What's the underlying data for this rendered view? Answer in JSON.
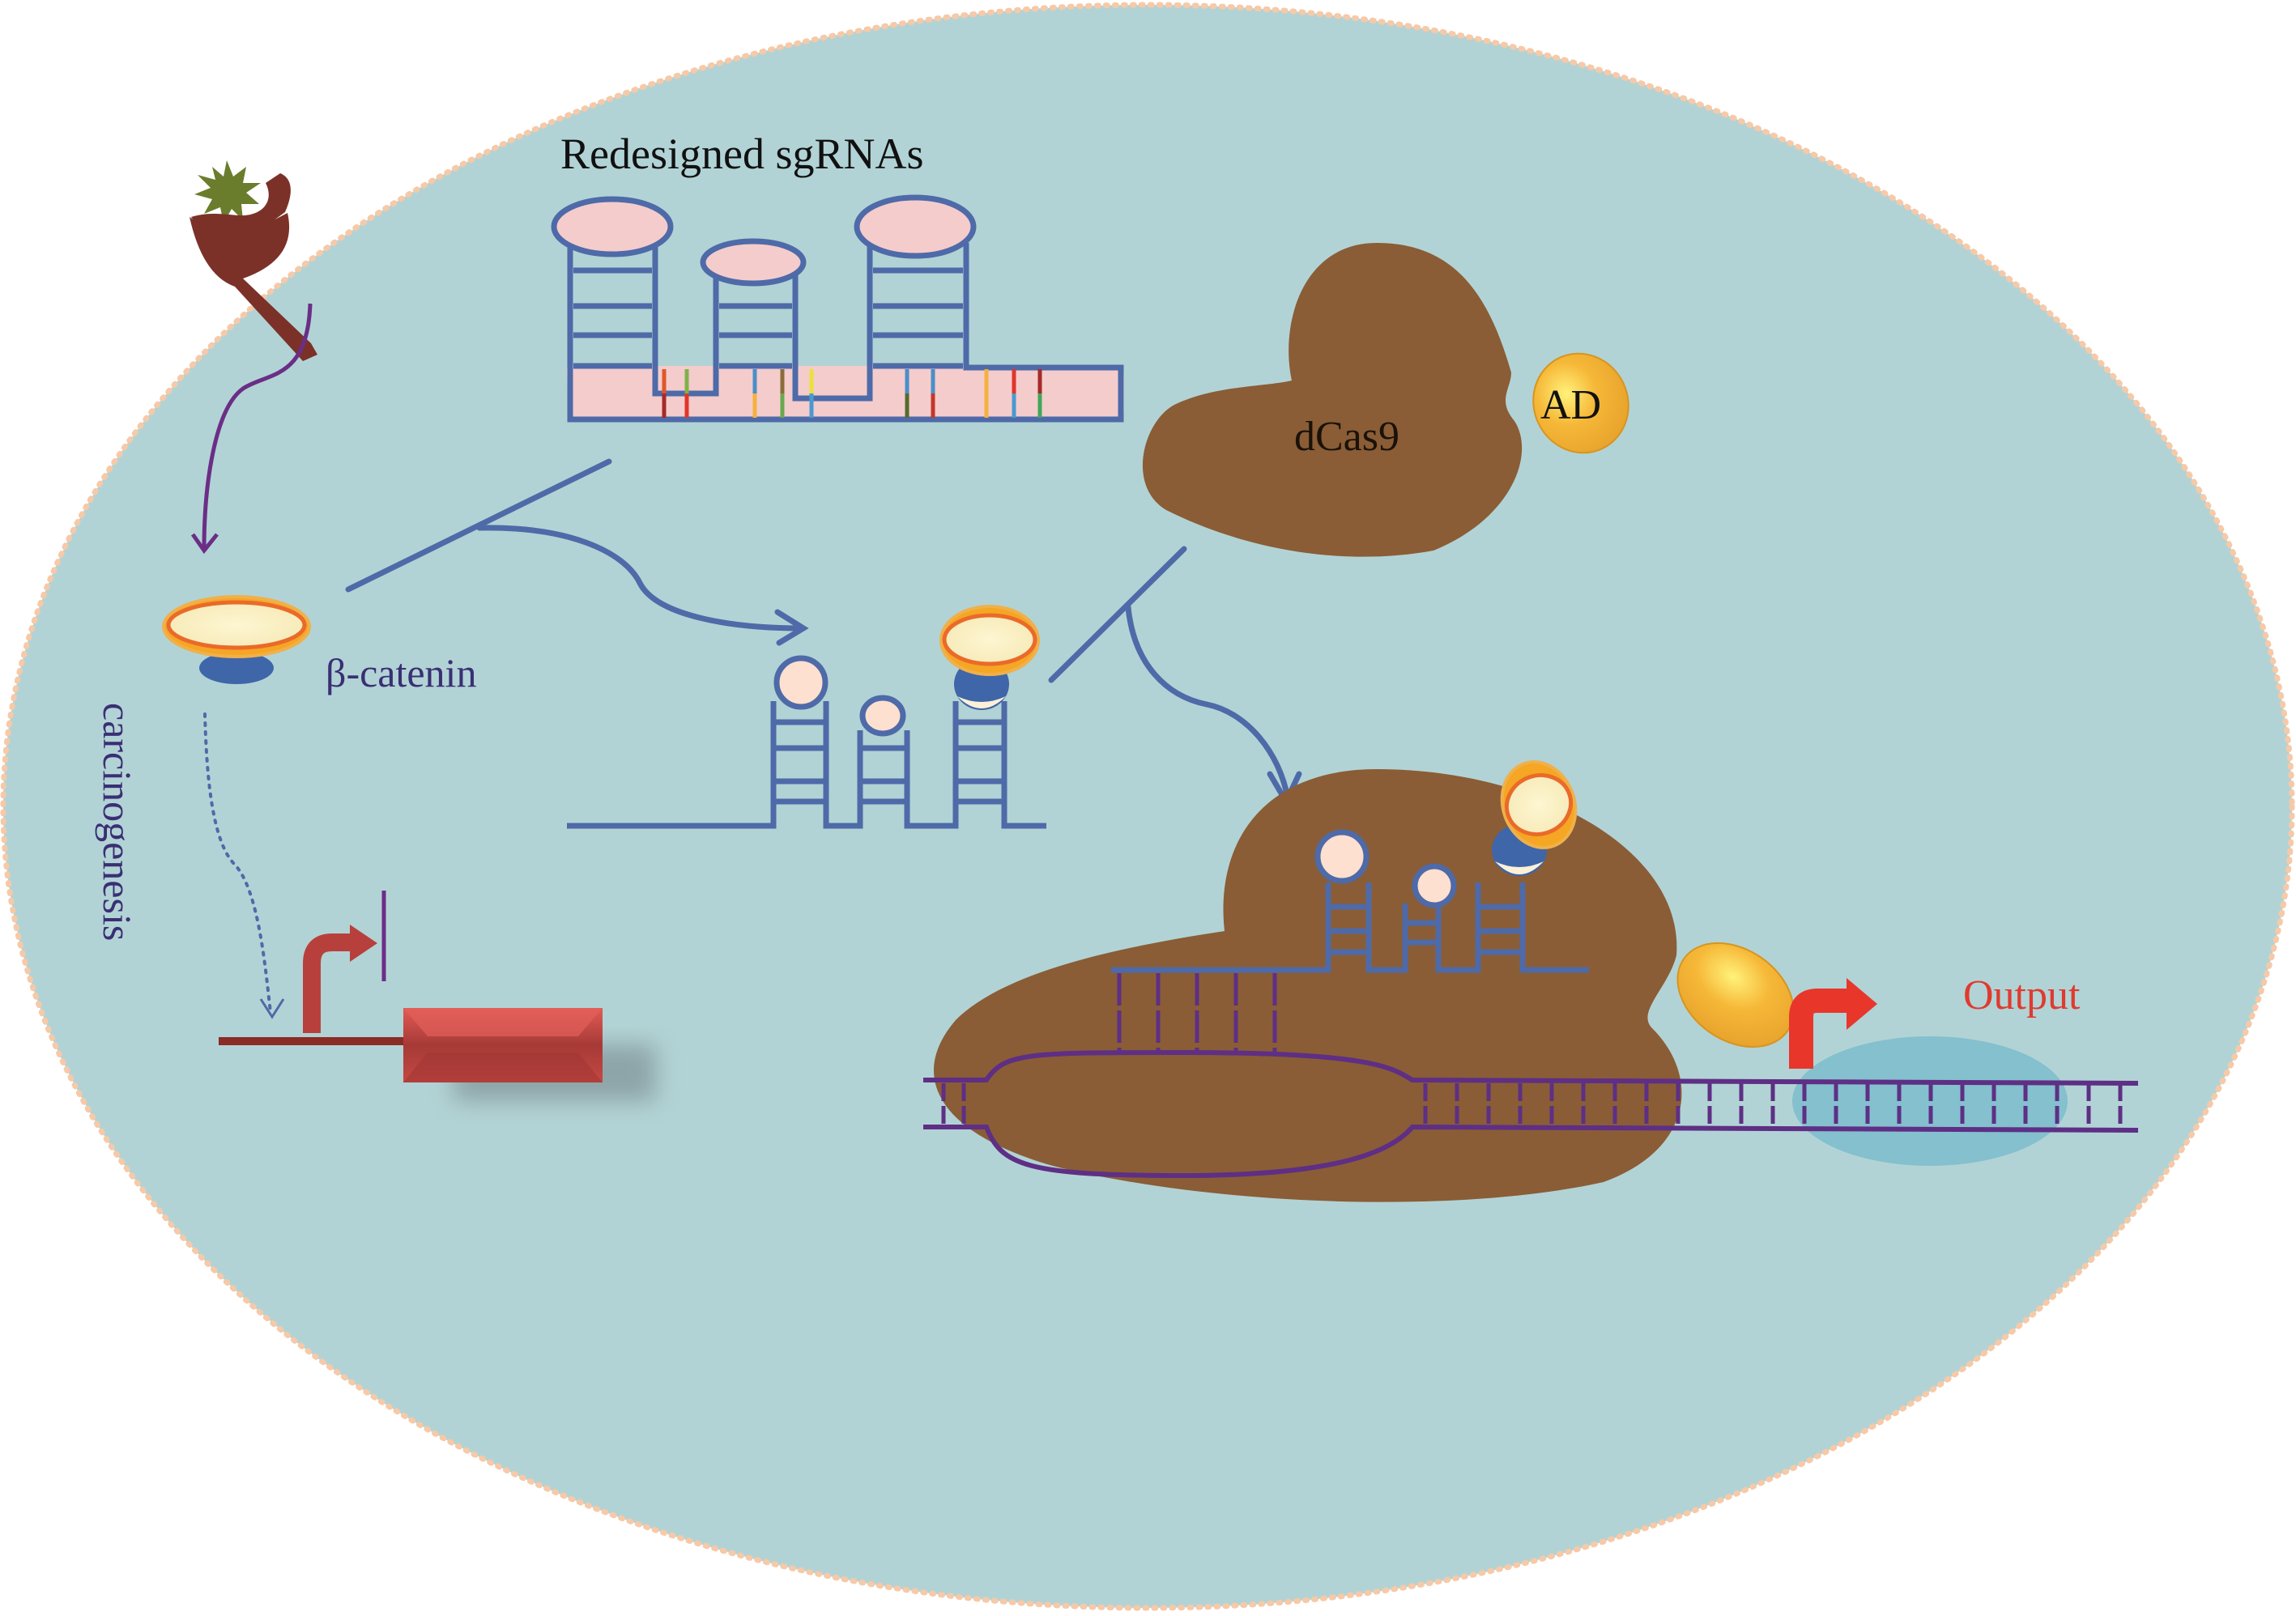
{
  "figure": {
    "type": "schematic",
    "subject": "sgRNA-guided dCas9 activator sensing beta-catenin"
  },
  "labels": {
    "sgrna_title": "Redesigned sgRNAs",
    "beta_catenin": "β-catenin",
    "carcinogenesis": "carcinogenesis",
    "dcas9": "dCas9",
    "ad": "AD",
    "output": "Output"
  },
  "colors": {
    "cell_fill": "#b2d3d5",
    "membrane_dots": "#f6c9a8",
    "rna_blue": "#4e6aa8",
    "rna_loop_fill": "#f4cccc",
    "loop_fill_light": "#fde0cf",
    "dcas9_brown": "#8a5d36",
    "ad_gold": "#f2b233",
    "receptor_maroon": "#7b3128",
    "ligand_green": "#6a7d2c",
    "dna_purple": "#5e2f85",
    "promoter_red": "#e8362b",
    "gene_red": "#b8403c",
    "pathway_purple": "#6b2e86",
    "label_navy": "#3a2f74",
    "output_label": "#e03a2f",
    "polymerase_blue": "#7bbccd",
    "catenin_orange": "#f5a623",
    "catenin_blue": "#3f66a8"
  },
  "sgrna_mutation_marks": [
    [
      "#e0572a",
      "#a52a2a"
    ],
    [
      "#7fb24a",
      "#e0362b"
    ],
    [
      "#4a8fc8",
      "#f4b13e"
    ],
    [
      "#8a6d3a",
      "#6aa84f"
    ],
    [
      "#e8e23a",
      "#4a9ad0"
    ],
    [
      "#4a8fc8",
      "#556b2f"
    ],
    [
      "#4a8fc8",
      "#c0392b"
    ],
    [
      "#f4b13e",
      "#f4b13e"
    ],
    [
      "#e0362b",
      "#4a9ad0"
    ],
    [
      "#a52a2a",
      "#3fa85a"
    ]
  ]
}
